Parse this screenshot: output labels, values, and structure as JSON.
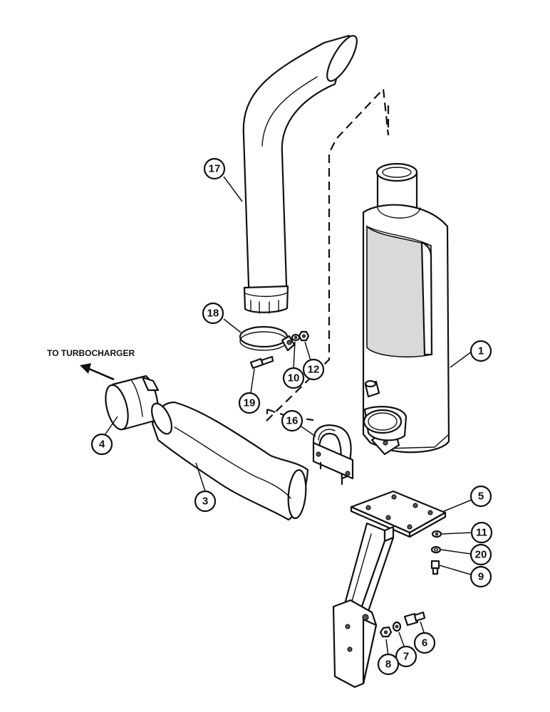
{
  "labels": {
    "turbocharger": "TO TURBOCHARGER"
  },
  "callouts": {
    "c17": "17",
    "c18": "18",
    "c10": "10",
    "c12": "12",
    "c19": "19",
    "c1": "1",
    "c16": "16",
    "c4": "4",
    "c3": "3",
    "c5": "5",
    "c11": "11",
    "c20": "20",
    "c9": "9",
    "c6": "6",
    "c7": "7",
    "c8": "8"
  },
  "colors": {
    "ink": "#111111",
    "background": "#ffffff"
  }
}
